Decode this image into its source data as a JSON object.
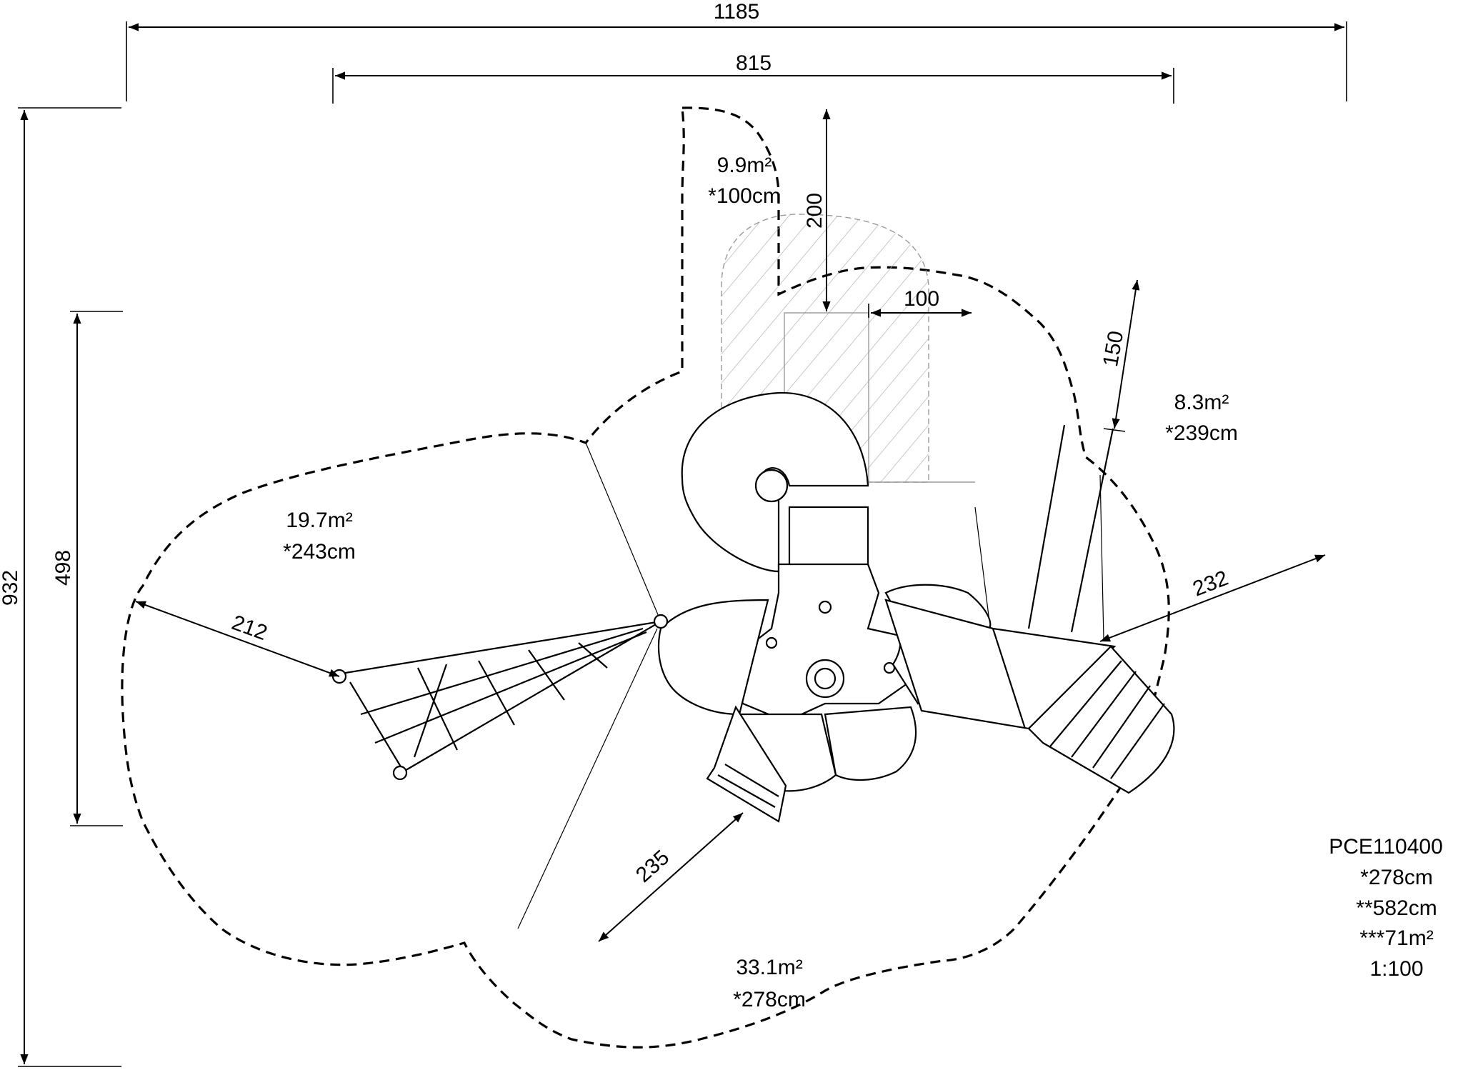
{
  "dimensions": {
    "overall_width": "1185",
    "inner_width": "815",
    "overall_height": "932",
    "inner_height": "498",
    "slide_length": "200",
    "slide_offset": "100",
    "right_clearance": "150",
    "left_radius": "212",
    "right_radius": "232",
    "bottom_radius": "235"
  },
  "zones": {
    "top": {
      "area": "9.9m²",
      "height": "*100cm"
    },
    "right": {
      "area": "8.3m²",
      "height": "*239cm"
    },
    "left": {
      "area": "19.7m²",
      "height": "*243cm"
    },
    "bottom": {
      "area": "33.1m²",
      "height": "*278cm"
    }
  },
  "info": {
    "code": "PCE110400",
    "fall_height": "*278cm",
    "free_height": "**582cm",
    "total_area": "***71m²",
    "scale": "1:100"
  },
  "colors": {
    "line": "#000000",
    "hatch": "#b0b0b0",
    "background": "#ffffff"
  }
}
